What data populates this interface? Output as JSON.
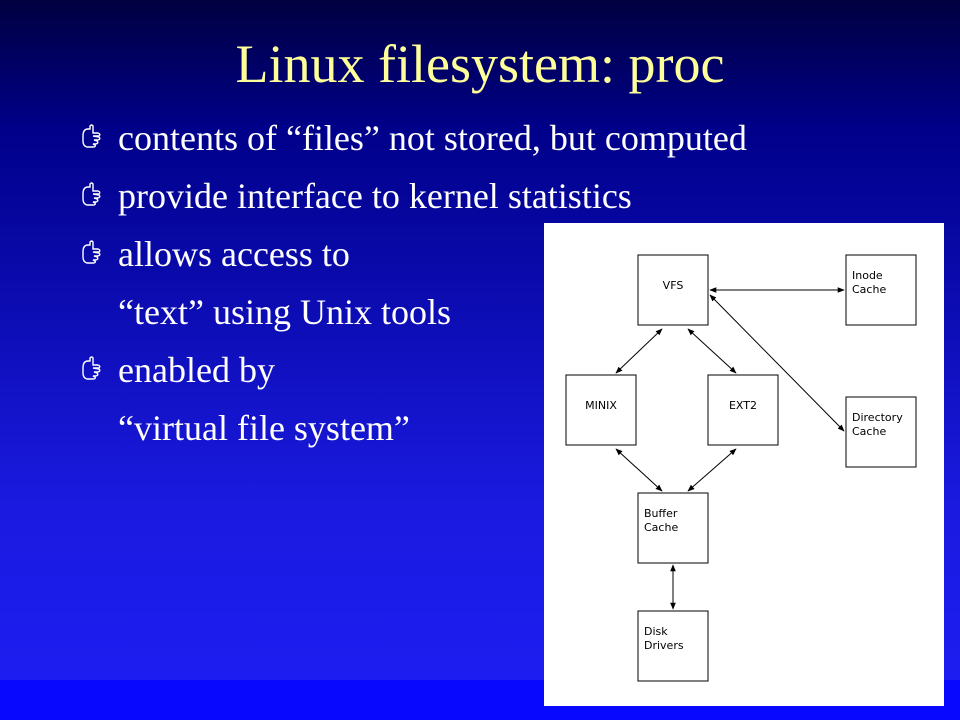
{
  "slide": {
    "title": "Linux filesystem: proc",
    "bullets": [
      {
        "text": "contents of “files” not stored, but computed",
        "marker": true
      },
      {
        "text": "provide interface to kernel statistics",
        "marker": true
      },
      {
        "text": "allows access to",
        "marker": true
      },
      {
        "text": "“text” using Unix tools",
        "marker": false
      },
      {
        "text": "enabled by",
        "marker": true
      },
      {
        "text": "“virtual file system”",
        "marker": false
      }
    ],
    "marker_icon": "pointing-hand-icon"
  },
  "diagram": {
    "nodes": {
      "vfs": [
        "VFS"
      ],
      "inode": [
        "Inode",
        "Cache"
      ],
      "minix": [
        "MINIX"
      ],
      "ext2": [
        "EXT2"
      ],
      "directory": [
        "Directory",
        "Cache"
      ],
      "buffer": [
        "Buffer",
        "Cache"
      ],
      "disk": [
        "Disk",
        "Drivers"
      ]
    },
    "edges": [
      [
        "vfs",
        "inode"
      ],
      [
        "vfs",
        "minix"
      ],
      [
        "vfs",
        "ext2"
      ],
      [
        "vfs",
        "directory"
      ],
      [
        "minix",
        "buffer"
      ],
      [
        "ext2",
        "buffer"
      ],
      [
        "buffer",
        "disk"
      ]
    ]
  },
  "colors": {
    "title": "#ffff99",
    "text": "#ffffff",
    "background": "#1a1ae0"
  }
}
